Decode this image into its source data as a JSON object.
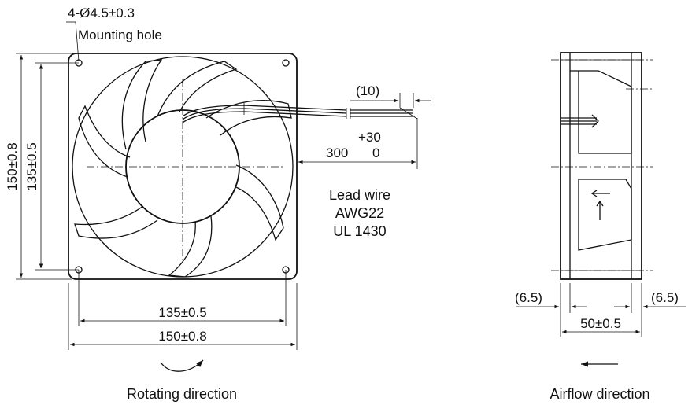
{
  "front_view": {
    "hole_spec": "4-Ø4.5±0.3",
    "hole_label": "Mounting hole",
    "height_outer": "150±0.8",
    "height_inner": "135±0.5",
    "width_inner": "135±0.5",
    "width_outer": "150±0.8",
    "rotating_label": "Rotating direction"
  },
  "lead_wire": {
    "strip_len": "(10)",
    "tol_plus": "+30",
    "length": "300",
    "tol_minus": "0",
    "line1": "Lead wire",
    "line2": "AWG22",
    "line3": "UL 1430"
  },
  "side_view": {
    "left_offset": "(6.5)",
    "right_offset": "(6.5)",
    "depth": "50±0.5",
    "airflow_label": "Airflow direction"
  }
}
